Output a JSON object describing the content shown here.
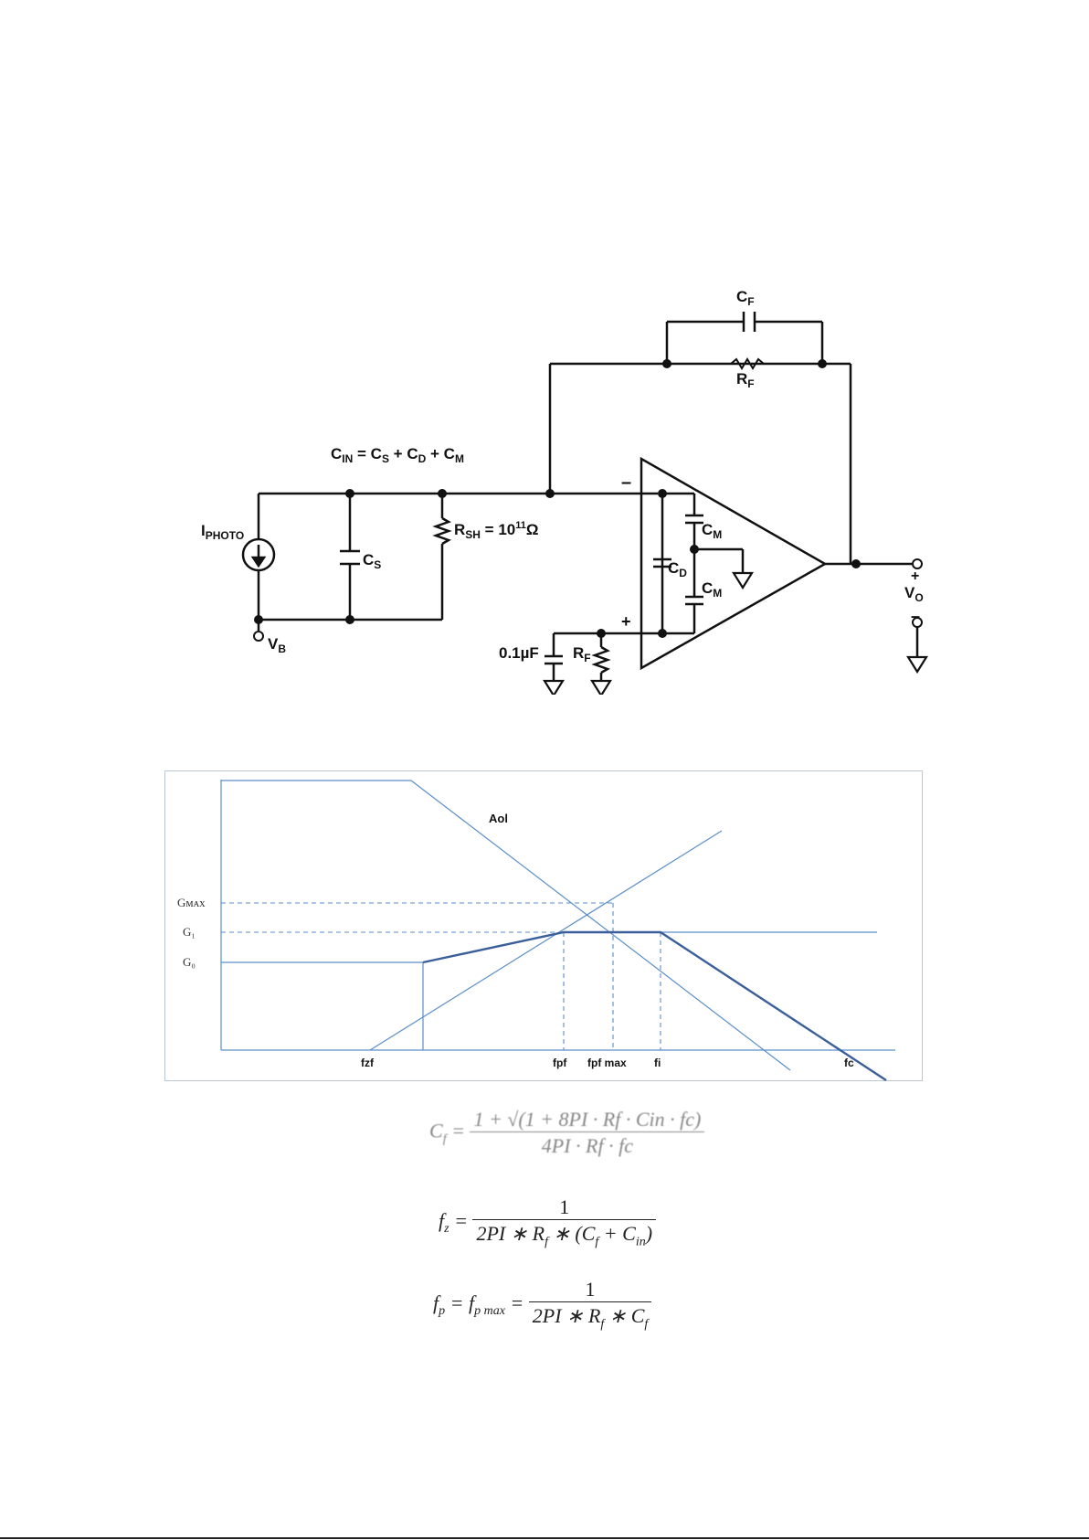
{
  "circuit": {
    "cin_label": "C",
    "cin_sub": "IN",
    "cin_eq": " = C",
    "cs_sub1": "S",
    "plus1": " + C",
    "cd_sub1": "D",
    "plus2": " + C",
    "cm_sub1": "M",
    "iphoto_main": "I",
    "iphoto_sub": "PHOTO",
    "cs_main": "C",
    "cs_sub": "S",
    "rsh_main": "R",
    "rsh_sub": "SH",
    "rsh_val": " = 10",
    "rsh_exp": "11",
    "rsh_unit": "Ω",
    "vb_main": "V",
    "vb_sub": "B",
    "cf_main": "C",
    "cf_sub": "F",
    "rf_main": "R",
    "rf_sub": "F",
    "cm_main": "C",
    "cm_sub": "M",
    "cd_main": "C",
    "cd_sub": "D",
    "minus_sign": "–",
    "plus_sign": "+",
    "cap_value": "0.1µF",
    "rf2_main": "R",
    "rf2_sub": "F",
    "vo_main": "V",
    "vo_sub": "O",
    "vo_plus": "+",
    "vo_minus": "–"
  },
  "bode": {
    "curve_label": "Aol",
    "y_labels": [
      "Gᴍᴀx",
      "G₁",
      "G₀"
    ],
    "x_labels": [
      "fzf",
      "fpf",
      "fpf max",
      "fi",
      "fc"
    ],
    "line_color": "#5b8ec9",
    "curve_color": "#3a5f9a"
  },
  "equations": {
    "eq1_lhs": "C",
    "eq1_lhs_sub": "f",
    "eq1_num": "1 + √(1 + 8PI · Rf · Cin · fc)",
    "eq1_den": "4PI · Rf · fc",
    "eq2_lhs": "f",
    "eq2_lhs_sub": "z",
    "eq2_num": "1",
    "eq2_den_pre": "2PI ∗ R",
    "eq2_den_sub1": "f",
    "eq2_den_mid": " ∗ (C",
    "eq2_den_sub2": "f",
    "eq2_den_plus": " + C",
    "eq2_den_sub3": "in",
    "eq2_den_end": ")",
    "eq3_lhs": "f",
    "eq3_lhs_sub": "p",
    "eq3_mid": " = f",
    "eq3_mid_sub": "p max",
    "eq3_num": "1",
    "eq3_den_pre": "2PI ∗ R",
    "eq3_den_sub1": "f",
    "eq3_den_mid": " ∗ C",
    "eq3_den_sub2": "f"
  }
}
